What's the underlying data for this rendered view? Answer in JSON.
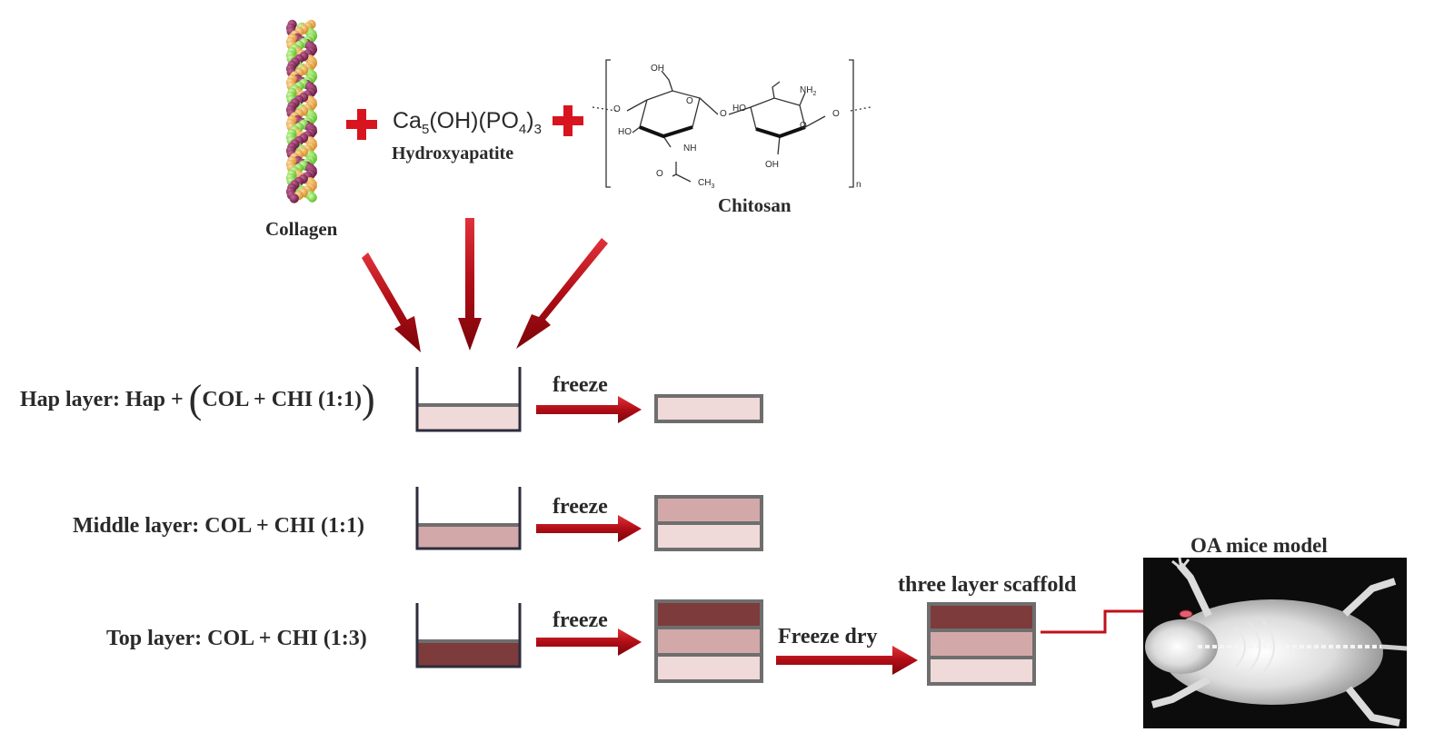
{
  "materials": {
    "collagen_label": "Collagen",
    "hydroxyapatite_formula": {
      "ca": "Ca",
      "ca_sub": "5",
      "mid": "(OH)(PO",
      "po_sub": "4",
      "close": ")",
      "tail_sub": "3"
    },
    "hydroxyapatite_label": "Hydroxyapatite",
    "chitosan_label": "Chitosan",
    "chitosan_atoms": {
      "oh_top": "OH",
      "o_left": "O",
      "o_ring1": "O",
      "ho_left": "HO",
      "nh": "NH",
      "o_carbonyl": "O",
      "ch3": "CH",
      "ch3_sub": "3",
      "o_link": "O",
      "ho_ring2": "HO",
      "nh2": "NH",
      "nh2_sub": "2",
      "o_ring2": "O",
      "oh_bottom": "OH",
      "o_right": "O",
      "repeat_n": "n"
    }
  },
  "layers": [
    {
      "label_prefix": "Hap layer: Hap + ",
      "label_inner": "COL + CHI (1:1)",
      "step": "freeze",
      "liquid_color": "#efd9d9"
    },
    {
      "label": "Middle layer: COL + CHI (1:1)",
      "step": "freeze",
      "liquid_color": "#d3a8a8"
    },
    {
      "label": "Top layer: COL + CHI (1:3)",
      "step": "freeze",
      "liquid_color": "#7d3b3b"
    }
  ],
  "final_step": "Freeze dry",
  "scaffold_label": "three layer scaffold",
  "model_label": "OA mice model",
  "colors": {
    "arrow_red": "#c0101a",
    "plus_red": "#d8151f",
    "layer_light": "#efd9d9",
    "layer_mid": "#d3a8a8",
    "layer_dark": "#7d3b3b",
    "border_gray": "#6e6e6e",
    "beaker_stroke": "#2d2d3d"
  }
}
